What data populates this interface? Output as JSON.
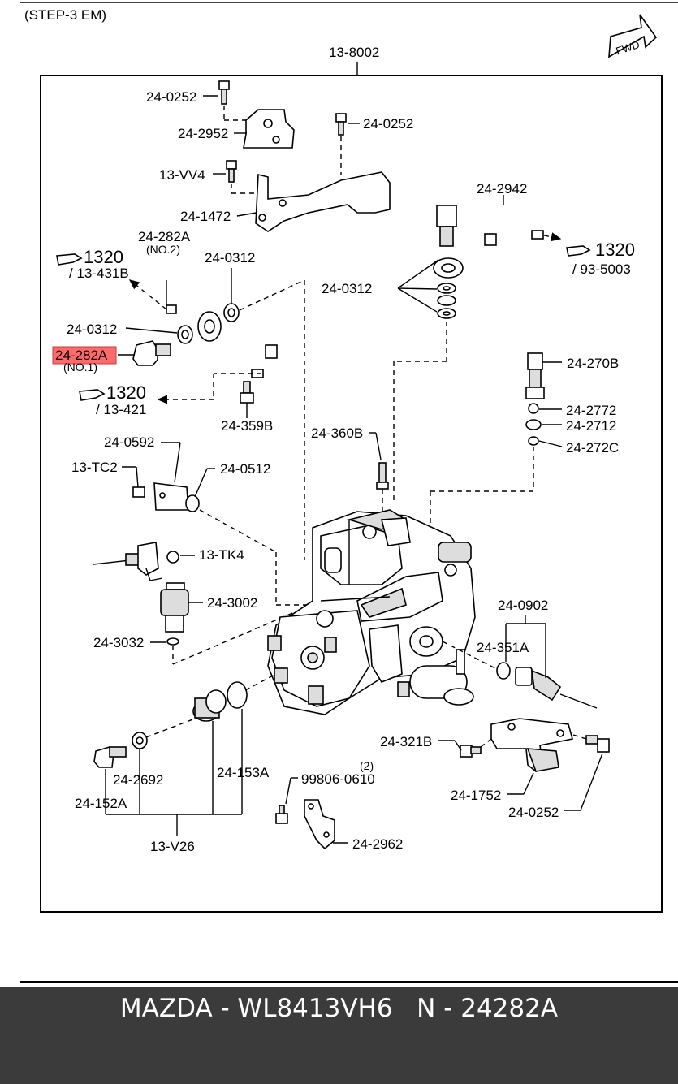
{
  "header": {
    "step_label": "(STEP-3 EM)",
    "fwd_label": "FWD",
    "assembly_ref": "13-8002"
  },
  "callouts": {
    "c_0252_a": "24-0252",
    "c_2952": "24-2952",
    "c_0252_b": "24-0252",
    "c_vv4": "13-VV4",
    "c_1472": "24-1472",
    "c_2942": "24-2942",
    "c_282a_no2": "24-282A",
    "c_no2": "(NO.2)",
    "c_0312_a": "24-0312",
    "c_1320_a": "1320",
    "c_1320_a_sub": "/ 13-431B",
    "c_1320_b": "1320",
    "c_1320_b_sub": "/ 93-5003",
    "c_0312_b": "24-0312",
    "c_0312_c": "24-0312",
    "c_282a_no1": "24-282A",
    "c_no1": "(NO.1)",
    "c_270b": "24-270B",
    "c_1320_c": "1320",
    "c_1320_c_sub": "/ 13-421",
    "c_2772": "24-2772",
    "c_2712": "24-2712",
    "c_359b": "24-359B",
    "c_272c": "24-272C",
    "c_360b": "24-360B",
    "c_0592": "24-0592",
    "c_tc2": "13-TC2",
    "c_0512": "24-0512",
    "c_tk4": "13-TK4",
    "c_3002": "24-3002",
    "c_3032": "24-3032",
    "c_0902": "24-0902",
    "c_351a": "24-351A",
    "c_321b": "24-321B",
    "c_2692": "24-2692",
    "c_153a": "24-153A",
    "c_99806": "99806-0610",
    "c_99806_qty": "(2)",
    "c_152a": "24-152A",
    "c_1752": "24-1752",
    "c_0252_c": "24-0252",
    "c_2962": "24-2962",
    "c_v26": "13-V26"
  },
  "highlight": {
    "color": "#ff6b6b"
  },
  "footer": {
    "text": "MAZDA - WL8413VH6   N - 24282A"
  }
}
